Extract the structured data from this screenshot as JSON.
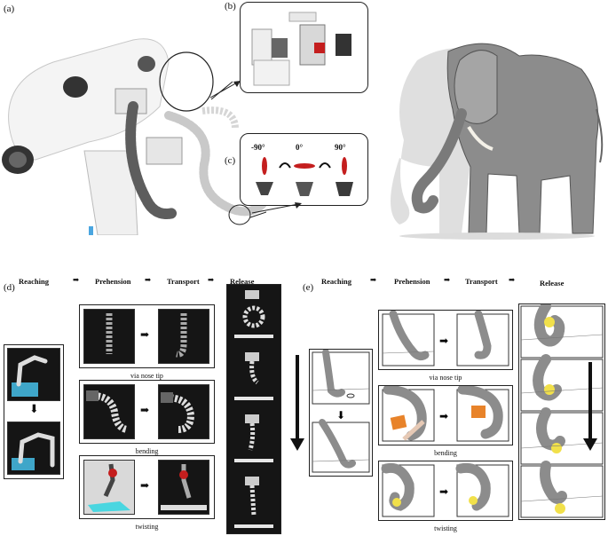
{
  "panel_labels": {
    "a": "(a)",
    "b": "(b)",
    "c": "(c)",
    "d": "(d)",
    "e": "(e)"
  },
  "angles": [
    "-90°",
    "0°",
    "90°"
  ],
  "stages": [
    "Reaching",
    "Prehension",
    "Transport",
    "Release"
  ],
  "captions": [
    "via nose tip",
    "bending",
    "twisting"
  ],
  "colors": {
    "robot_white": "#f2f2f2",
    "trunk_gray": "#5d5d5d",
    "elephant_gray": "#8c8c8c",
    "accent_red": "#c41e1e",
    "orange": "#e8832a",
    "yellow": "#f1e04a",
    "cyan": "#4ad6e0"
  }
}
